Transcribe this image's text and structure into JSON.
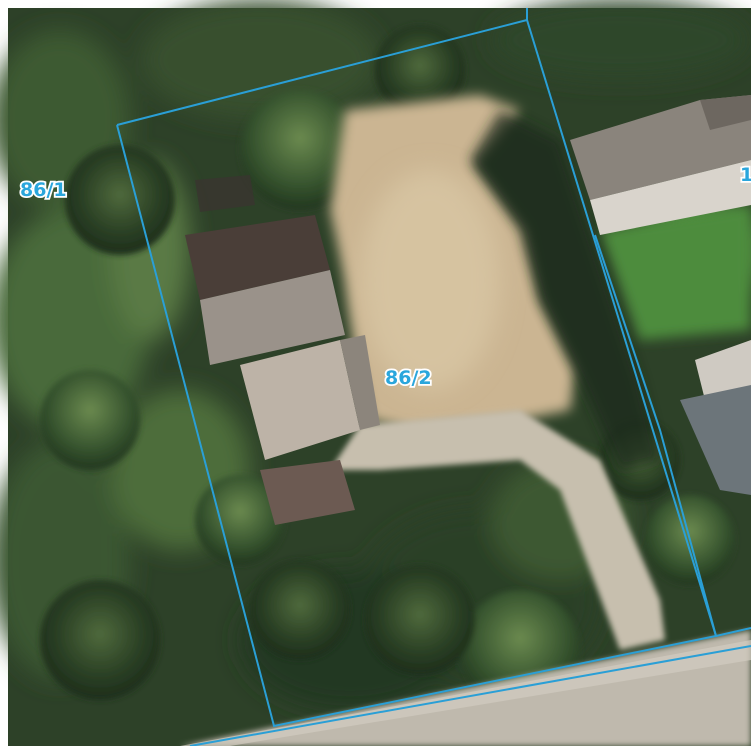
{
  "map": {
    "type": "aerial cadastral parcel view",
    "boundary_color": "#2a9fd6",
    "label_color": "#2aa6dc",
    "parcels": [
      {
        "label": "86/1"
      },
      {
        "label": "86/2"
      },
      {
        "label": "1"
      }
    ]
  }
}
